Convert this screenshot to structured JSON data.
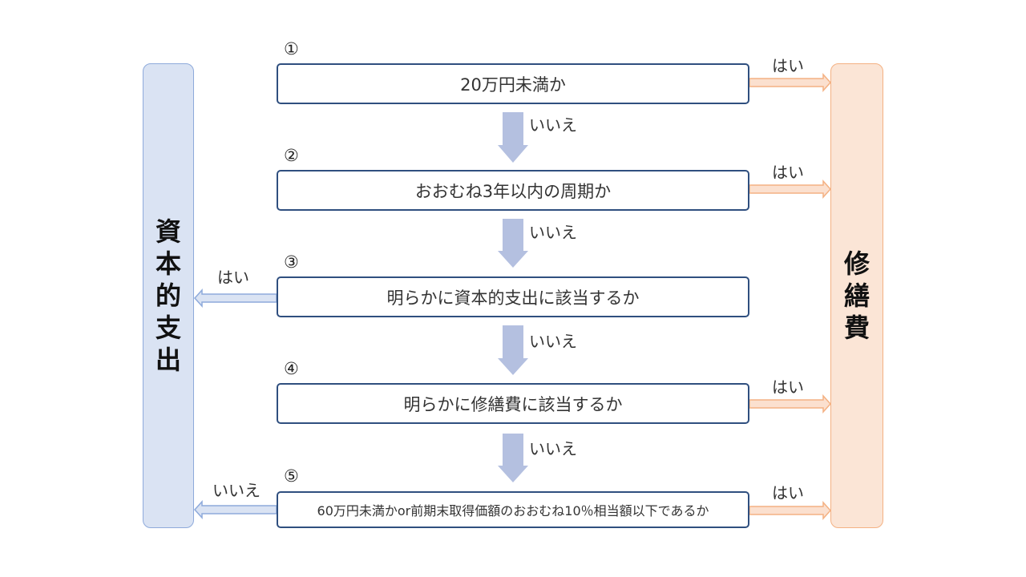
{
  "left_box": {
    "chars": [
      "資",
      "本",
      "的",
      "支",
      "出"
    ]
  },
  "right_box": {
    "chars": [
      "修",
      "繕",
      "費"
    ]
  },
  "steps": [
    {
      "number": "①",
      "text": "20万円未満か"
    },
    {
      "number": "②",
      "text": "おおむね3年以内の周期か"
    },
    {
      "number": "③",
      "text": "明らかに資本的支出に該当するか"
    },
    {
      "number": "④",
      "text": "明らかに修繕費に該当するか"
    },
    {
      "number": "⑤",
      "text": "60万円未満かor前期末取得価額のおおむね10％相当額以下であるか"
    }
  ],
  "labels": {
    "yes": "はい",
    "no": "いいえ"
  },
  "colors": {
    "down_arrow": "#b4c0e0",
    "yes_arrow_fill": "#fbe0cf",
    "yes_arrow_stroke": "#f4b183",
    "left_arrow_fill": "#dae3f3",
    "left_arrow_stroke": "#8eaadb",
    "box_border": "#2f4f7f"
  }
}
